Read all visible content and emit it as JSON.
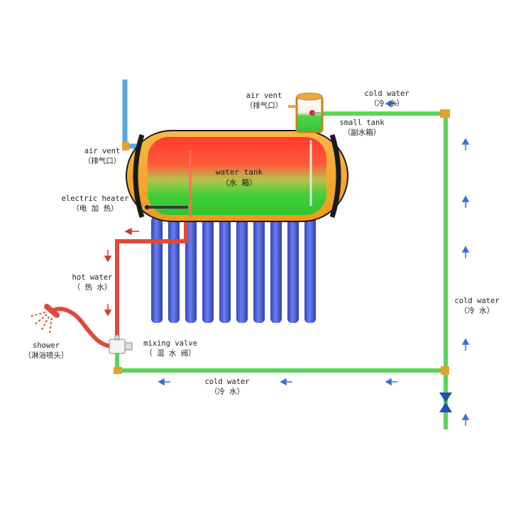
{
  "labels": {
    "air_vent_left": {
      "en": "air vent",
      "zh": "（排气口）"
    },
    "air_vent_top": {
      "en": "air vent",
      "zh": "（排气口）"
    },
    "cold_water_top": {
      "en": "cold water",
      "zh": "（冷  水）"
    },
    "small_tank": {
      "en": "small tank",
      "zh": "（副水箱）"
    },
    "water_tank": {
      "en": "water tank",
      "zh": "（水    箱）"
    },
    "electric_heater": {
      "en": "electric heater",
      "zh": "（电  加  热）"
    },
    "hot_water": {
      "en": "hot water",
      "zh": "（ 热  水）"
    },
    "cold_water_right": {
      "en": "cold water",
      "zh": "（冷  水）"
    },
    "shower": {
      "en": "shower",
      "zh": "（淋浴喷头）"
    },
    "mixing_valve": {
      "en": "mixing valve",
      "zh": "（ 混 水 阀）"
    },
    "cold_water_bottom": {
      "en": "cold water",
      "zh": "（冷  水）"
    }
  },
  "colors": {
    "cold_pipe": "#5dd45a",
    "hot_pipe": "#e04a3a",
    "vent_pipe": "#5aa9e6",
    "tank_shell": "#f5a623",
    "tank_outline": "#1a1a1a",
    "tube": "#4a5fd0",
    "arrow_blue": "#3a6fd8",
    "arrow_red": "#d03a2a",
    "valve": "#1f4fb0"
  }
}
